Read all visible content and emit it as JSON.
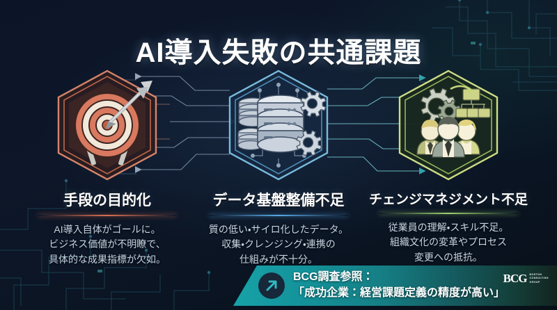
{
  "title": "AI導入失敗の共通課題",
  "columns": [
    {
      "icon": "target-arrow-icon",
      "heading": "手段の目的化",
      "body": "AI導入自体がゴールに。\nビジネス価値が不明瞭で、\n具体的な成果指標が欠如。",
      "accent": "#d96f52"
    },
    {
      "icon": "database-gears-icon",
      "heading": "データ基盤整備不足",
      "body": "質の低い・サイロ化したデータ。\n収集・クレンジング・連携の\n仕組みが不十分。",
      "accent": "#58a8e6"
    },
    {
      "icon": "team-gear-orgchart-icon",
      "heading": "チェンジマネジメント不足",
      "body": "従業員の理解・スキル不足。\n組織文化の変革やプロセス\n変更への抵抗。",
      "accent": "#9ed16f"
    }
  ],
  "banner": {
    "icon": "arrow-up-right-icon",
    "text": "BCG調査参照：\n「成功企業：経営課題定義の精度が高い」",
    "logo_mark": "BCG",
    "logo_sub": "BOSTON\nCONSULTING\nGROUP",
    "gradient_from": "#17a2a8",
    "gradient_to": "#13241f"
  },
  "background": {
    "base_color": "#0d1729",
    "circuit_color": "#1f4a5c"
  }
}
